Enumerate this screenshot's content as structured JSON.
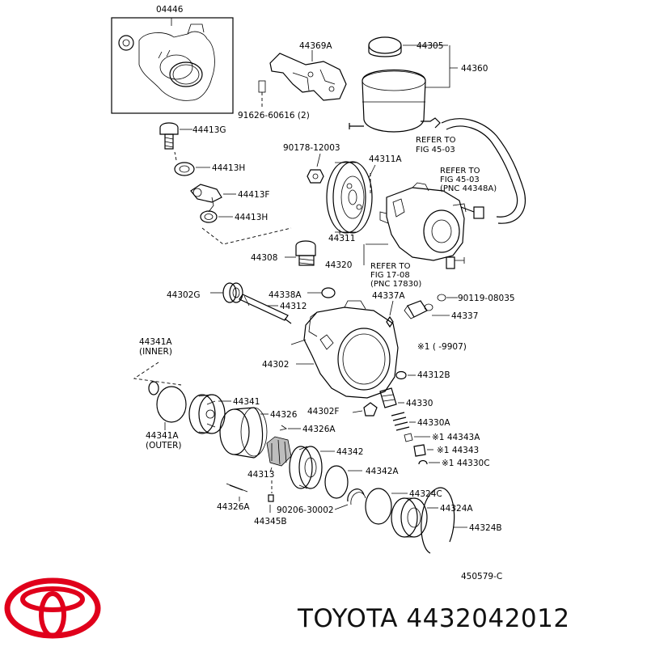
{
  "diagram": {
    "labels": {
      "p04446": "04446",
      "p44369A": "44369A",
      "p91626": "91626-60616 (2)",
      "p44305": "44305",
      "p44360": "44360",
      "p44413G": "44413G",
      "p44413H_1": "44413H",
      "p44413F": "44413F",
      "p44413H_2": "44413H",
      "p90178": "90178-12003",
      "p44311A": "44311A",
      "p44311": "44311",
      "p44308": "44308",
      "p44320": "44320",
      "p44302G": "44302G",
      "p44338A": "44338A",
      "p44312": "44312",
      "p44337A": "44337A",
      "p90119": "90119-08035",
      "p44337": "44337",
      "p44341A_1": "44341A",
      "inner": "(INNER)",
      "p44302": "44302",
      "note9907": "※1  (      -9907)",
      "p44312B": "44312B",
      "p44341": "44341",
      "p44330": "44330",
      "p44302F": "44302F",
      "p44326": "44326",
      "p44330A": "44330A",
      "p44326A_1": "44326A",
      "p44341A_2": "44341A",
      "outer": "(OUTER)",
      "p44343A": "※1  44343A",
      "p44342": "44342",
      "p44343": "※1  44343",
      "p44313": "44313",
      "p44330C": "※1  44330C",
      "p44342A": "44342A",
      "p44324C": "44324C",
      "p44326A_2": "44326A",
      "p90206": "90206-30002",
      "p44324A": "44324A",
      "p44345B": "44345B",
      "p44324B": "44324B",
      "figcode": "450579-C"
    },
    "refer1": [
      "REFER TO",
      "FIG 45-03"
    ],
    "refer2": [
      "REFER TO",
      "FIG 45-03",
      "(PNC 44348A)"
    ],
    "refer3": [
      "REFER TO",
      "FIG 17-08",
      "(PNC 17830)"
    ]
  },
  "brand": {
    "logo": "toyota-logo",
    "logo_color": "#e0001b",
    "caption": "TOYOTA 4432042012"
  }
}
